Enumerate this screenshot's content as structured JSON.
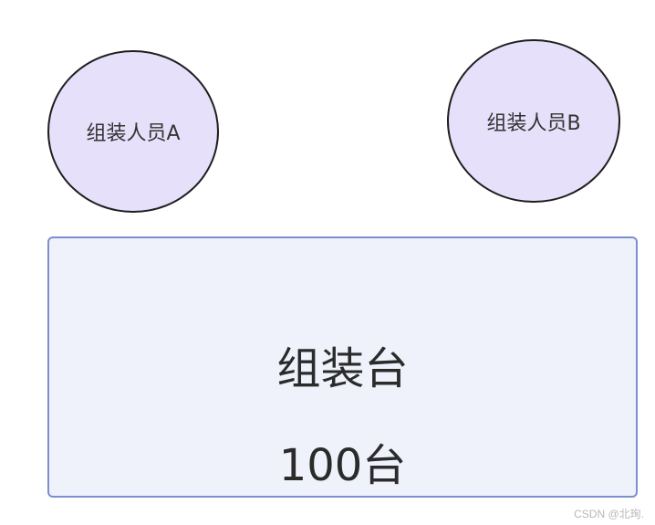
{
  "diagram": {
    "nodes": {
      "worker_a": {
        "label": "组装人员A"
      },
      "worker_b": {
        "label": "组装人员B"
      },
      "station": {
        "title": "组装台",
        "count": "100台"
      }
    },
    "colors": {
      "worker_fill": "#e6e0fa",
      "worker_stroke": "#1e1e1e",
      "station_fill": "#eff2fb",
      "station_stroke": "#7b8fd0"
    }
  },
  "watermark": "CSDN @北珣."
}
